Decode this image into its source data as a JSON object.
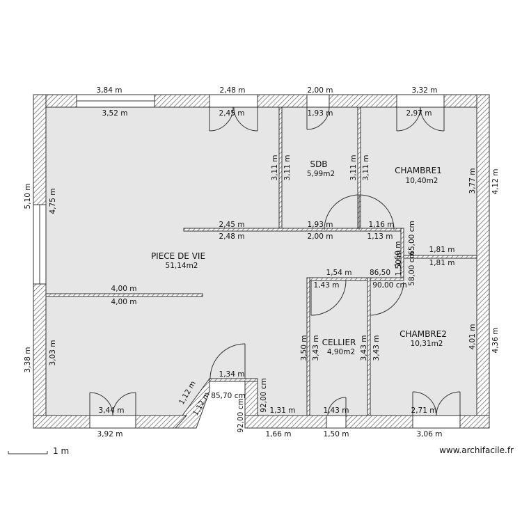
{
  "rooms": {
    "piece_de_vie": {
      "name": "PIECE DE VIE",
      "area": "51,14m2"
    },
    "sdb": {
      "name": "SDB",
      "area": "5,99m2"
    },
    "chambre1": {
      "name": "CHAMBRE1",
      "area": "10,40m2"
    },
    "chambre2": {
      "name": "CHAMBRE2",
      "area": "10,31m2"
    },
    "cellier": {
      "name": "CELLIER",
      "area": "4,90m2"
    }
  },
  "dims": {
    "top_outer_1": "3,84 m",
    "top_outer_2": "2,48 m",
    "top_outer_3": "2,00 m",
    "top_outer_4": "3,32 m",
    "top_inner_1": "3,52 m",
    "top_inner_2": "2,45 m",
    "top_inner_3": "1,93 m",
    "top_inner_4": "2,97 m",
    "left_outer_upper": "5,10 m",
    "left_inner_upper": "4,75 m",
    "left_outer_lower": "3,38 m",
    "left_inner_lower": "3,03 m",
    "right_outer_upper": "4,12 m",
    "right_inner_upper": "3,77 m",
    "right_outer_lower": "4,36 m",
    "right_inner_lower": "4,01 m",
    "sdb_left_a": "3,11 m",
    "sdb_left_b": "3,11 m",
    "sdb_right_a": "3,11 m",
    "sdb_right_b": "3,11 m",
    "wall_mid_1_top": "2,45 m",
    "wall_mid_1_bottom": "2,48 m",
    "wall_mid_2_top": "1,93 m",
    "wall_mid_2_bottom": "2,00 m",
    "wall_mid_3_top": "1,16 m",
    "wall_mid_3_bottom": "1,13 m",
    "corridor_v_1": "1,60 m",
    "corridor_v_2": "1,50 m",
    "corridor_v_3": "58,00 cm",
    "corridor_v_4": "65,00 cm",
    "ch2_wall_top": "1,81 m",
    "ch2_wall_bottom": "1,81 m",
    "cellier_top_outer": "1,54 m",
    "cellier_top_inner": "1,43 m",
    "cellier_right_top": "86,50",
    "cellier_right_bottom": "90,00 cm",
    "cellier_left_a": "3,50 m",
    "cellier_left_b": "3,43 m",
    "cellier_right_a": "3,43 m",
    "cellier_right_b": "3,43 m",
    "living_wall_top": "4,00 m",
    "living_wall_bottom": "4,00 m",
    "entry_top": "1,34 m",
    "entry_width": "85,70 cm",
    "entry_right_a": "92,00 cm",
    "entry_right_b": "92,00 cm",
    "diag_a": "1,12 m",
    "diag_b": "1,12 m",
    "bottom_inner_1": "3,44 m",
    "bottom_outer_1": "3,92 m",
    "bottom_inner_2": "1,31 m",
    "bottom_outer_2": "1,66 m",
    "bottom_inner_3": "1,43 m",
    "bottom_outer_3": "1,50 m",
    "bottom_inner_4": "2,71 m",
    "bottom_outer_4": "3,06 m"
  },
  "footer": {
    "scale_label": "1 m",
    "watermark": "www.archifacile.fr"
  },
  "colors": {
    "floor": "#e6e6e6",
    "wall_stroke": "#333333",
    "hatch": "#555555"
  }
}
